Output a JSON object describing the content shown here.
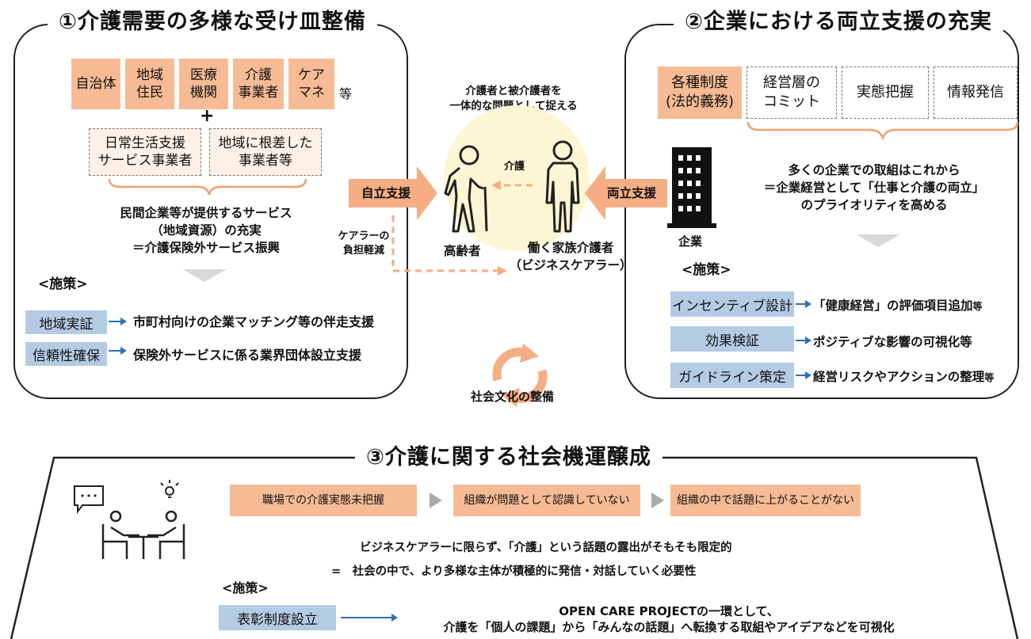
{
  "section1": {
    "title": "①介護需要の多様な受け皿整備",
    "stakeholders": [
      "自治体",
      "地域\n住民",
      "医療\n機関",
      "介護\n事業者",
      "ケア\nマネ"
    ],
    "etc": "等",
    "plus": "+",
    "providers": [
      "日常生活支援\nサービス事業者",
      "地域に根差した\n事業者等"
    ],
    "summary": "民間企業等が提供するサービス\n（地域資源）の充実\n＝介護保険外サービス振興",
    "measures_heading": "<施策>",
    "measures": [
      {
        "label": "地域実証",
        "text": "市町村向けの企業マッチング等の伴走支援"
      },
      {
        "label": "信頼性確保",
        "text": "保険外サービスに係る業界団体設立支援"
      }
    ]
  },
  "section2": {
    "title": "②企業における両立支援の充実",
    "boxes": [
      "各種制度\n(法的義務)",
      "経営層の\nコミット",
      "実態把握",
      "情報発信"
    ],
    "company_label": "企業",
    "summary": "多くの企業での取組はこれから\n＝企業経営として「仕事と介護の両立」\nのプライオリティを高める",
    "measures_heading": "<施策>",
    "measures": [
      {
        "label": "インセンティブ設計",
        "text": "「健康経営」の評価項目追加",
        "suffix": "等"
      },
      {
        "label": "効果検証",
        "text": "ポジティブな影響の可視化等",
        "suffix": ""
      },
      {
        "label": "ガイドライン策定",
        "text": "経営リスクやアクションの整理",
        "suffix": "等"
      }
    ]
  },
  "center": {
    "top_text": "介護者と被介護者を\n一体的な問題として捉える",
    "care_label": "介護",
    "left_arrow": "自立支援",
    "right_arrow": "両立支援",
    "elderly_label": "高齢者",
    "carer_label": "働く家族介護者\n（ビジネスケアラー）",
    "burden_label": "ケアラーの\n負担軽減",
    "culture_label": "社会文化の整備"
  },
  "section3": {
    "title": "③介護に関する社会機運醸成",
    "flow": [
      "職場での介護実態未把握",
      "組織が問題として認識していない",
      "組織の中で話題に上がることがない"
    ],
    "line1": "ビジネスケアラーに限らず、「介護」という話題の露出がそもそも限定的",
    "line2": "=　社会の中で、より多様な主体が積極的に発信・対話していく必要性",
    "measures_heading": "<施策>",
    "measure_label": "表彰制度設立",
    "measure_text": "OPEN CARE PROJECTの一環として、\n介護を「個人の課題」から「みんなの話題」へ転換する取組やアイデアなどを可視化"
  },
  "colors": {
    "orange": "#f6bb94",
    "orange_arrow": "#f5ad84",
    "blue_box": "#b4cbe4",
    "blue_arrow": "#2e6fb5",
    "circle": "#fdf6d4"
  }
}
